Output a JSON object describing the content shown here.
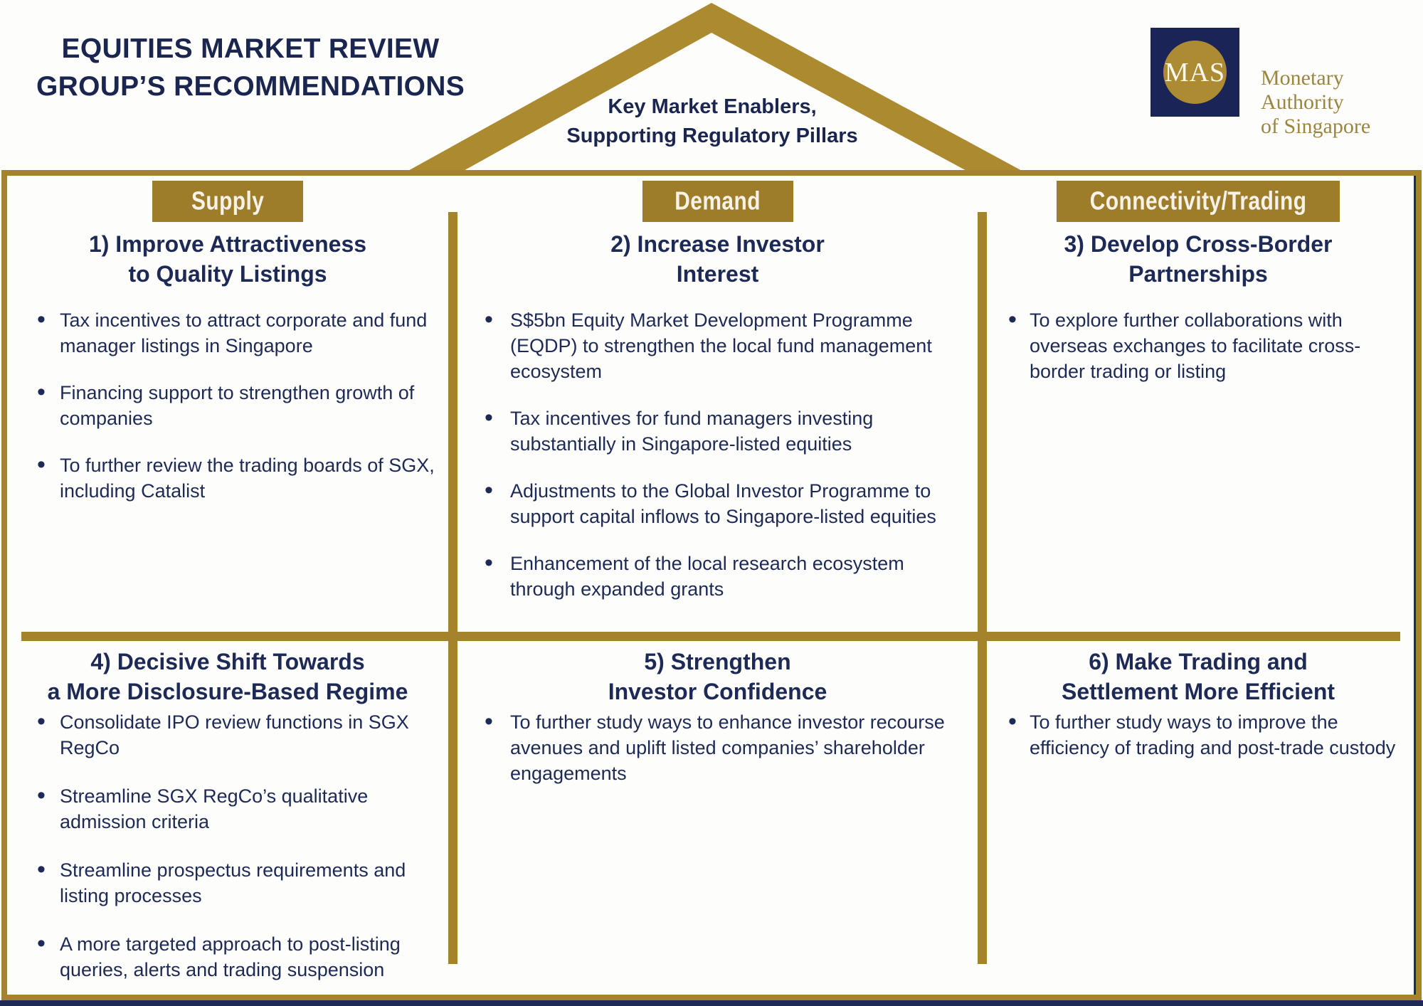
{
  "title": {
    "line1": "EQUITIES MARKET REVIEW",
    "line2": "GROUP’S RECOMMENDATIONS"
  },
  "roof": {
    "line1": "Key Market Enablers,",
    "line2": "Supporting Regulatory Pillars"
  },
  "logo": {
    "monogram": "MAS",
    "org_line1": "Monetary Authority",
    "org_line2": "of Singapore"
  },
  "pillars": [
    {
      "label": "Supply"
    },
    {
      "label": "Demand"
    },
    {
      "label": "Connectivity/Trading"
    }
  ],
  "sections": [
    {
      "title_line1": "1) Improve Attractiveness",
      "title_line2": "to Quality Listings",
      "bullets": [
        "Tax incentives to attract corporate and fund manager listings in Singapore",
        "Financing support to strengthen growth of companies",
        "To further review the trading boards of SGX, including Catalist"
      ]
    },
    {
      "title_line1": "2) Increase Investor",
      "title_line2": "Interest",
      "bullets": [
        "S$5bn Equity Market Development Programme (EQDP) to strengthen the local fund management ecosystem",
        "Tax incentives for fund managers investing substantially in Singapore-listed equities",
        "Adjustments to the Global Investor Programme to support capital inflows to Singapore-listed equities",
        "Enhancement of the local research ecosystem through expanded grants"
      ]
    },
    {
      "title_line1": "3) Develop Cross-Border",
      "title_line2": "Partnerships",
      "bullets": [
        "To explore further collaborations with overseas exchanges to facilitate cross-border trading or listing"
      ]
    },
    {
      "title_line1": "4) Decisive Shift Towards",
      "title_line2": "a More Disclosure-Based Regime",
      "bullets": [
        "Consolidate IPO review functions in SGX RegCo",
        "Streamline SGX RegCo’s qualitative admission criteria",
        "Streamline prospectus requirements and listing processes",
        "A more targeted approach to post-listing queries, alerts and trading suspension"
      ]
    },
    {
      "title_line1": "5) Strengthen",
      "title_line2": "Investor Confidence",
      "bullets": [
        "To further study ways to enhance investor recourse avenues and uplift listed companies’ shareholder engagements"
      ]
    },
    {
      "title_line1": "6) Make Trading and",
      "title_line2": "Settlement More Efficient",
      "bullets": [
        "To further study ways to improve the efficiency of trading and post-trade custody"
      ]
    }
  ],
  "colors": {
    "gold": "#A5822C",
    "navy": "#1E2A56",
    "logo_navy": "#1A2456",
    "logo_gold": "#AD8B33",
    "org_text": "#9C8540",
    "header_text": "#F6F2E8"
  }
}
